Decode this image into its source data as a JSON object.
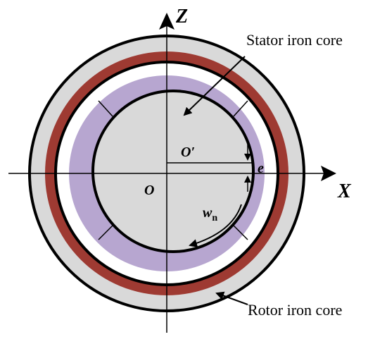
{
  "diagram": {
    "axis_x_label": "X",
    "axis_z_label": "Z",
    "origin_label": "O",
    "stator_center_label": "O′",
    "eccentricity_label": "e",
    "whirl_label_main": "w",
    "whirl_label_sub": "n",
    "stator_callout": "Stator iron core",
    "rotor_callout": "Rotor iron core"
  },
  "colors": {
    "rotor_outer_fill": "#d9d9d9",
    "rotor_red_band": "#9e3a32",
    "air_gap": "#ffffff",
    "stator_ring": "#b7a6d0",
    "stator_inner": "#d9d9d9",
    "stroke": "#000000"
  }
}
